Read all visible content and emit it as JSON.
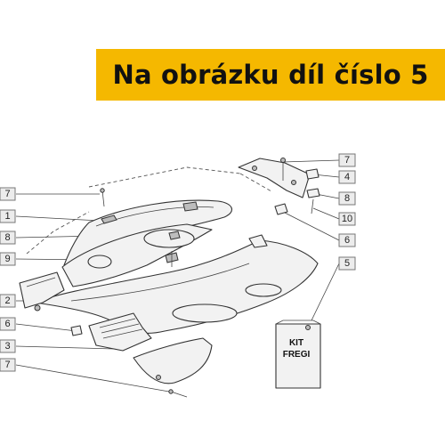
{
  "banner": {
    "text": "Na obrázku díl číslo 5",
    "color": "#f5b800"
  },
  "callouts": {
    "left": [
      "7",
      "1",
      "8",
      "9",
      "2",
      "6",
      "3",
      "7"
    ],
    "right": [
      "7",
      "4",
      "8",
      "10",
      "6",
      "5"
    ]
  },
  "kit_label": {
    "line1": "KIT",
    "line2": "FREGI"
  }
}
